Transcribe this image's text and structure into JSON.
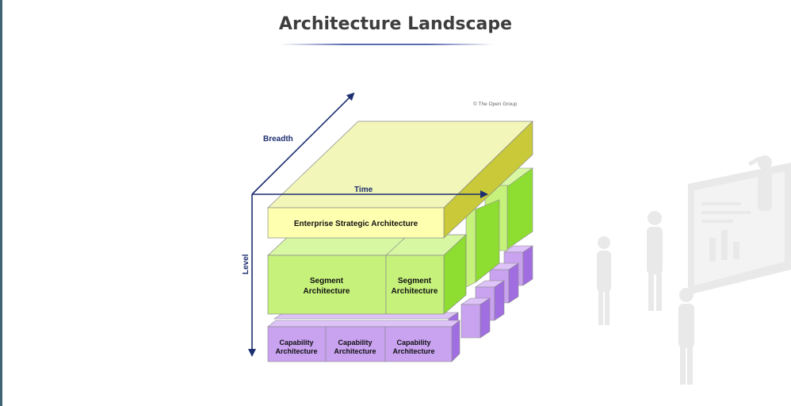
{
  "page": {
    "title": "Architecture Landscape"
  },
  "diagram": {
    "copyright": "© The Open Group",
    "axes": {
      "breadth": "Breadth",
      "time": "Time",
      "level": "Level"
    },
    "strategic": {
      "label": "Enterprise Strategic Architecture"
    },
    "segments": [
      {
        "line1": "Segment",
        "line2": "Architecture"
      },
      {
        "line1": "Segment",
        "line2": "Architecture"
      }
    ],
    "capabilities": [
      {
        "line1": "Capability",
        "line2": "Architecture"
      },
      {
        "line1": "Capability",
        "line2": "Architecture"
      },
      {
        "line1": "Capability",
        "line2": "Architecture"
      }
    ],
    "colors": {
      "strategic_front": "#ffffb0",
      "strategic_top": "#f2f6b8",
      "strategic_side": "#c9c93a",
      "segment_front": "#c6f27c",
      "segment_top": "#d8f7a2",
      "segment_side": "#8ede32",
      "capability_front": "#c9a2f0",
      "capability_top": "#ddc3f7",
      "capability_side": "#a06ee0",
      "axis": "#1d2f6f"
    }
  }
}
